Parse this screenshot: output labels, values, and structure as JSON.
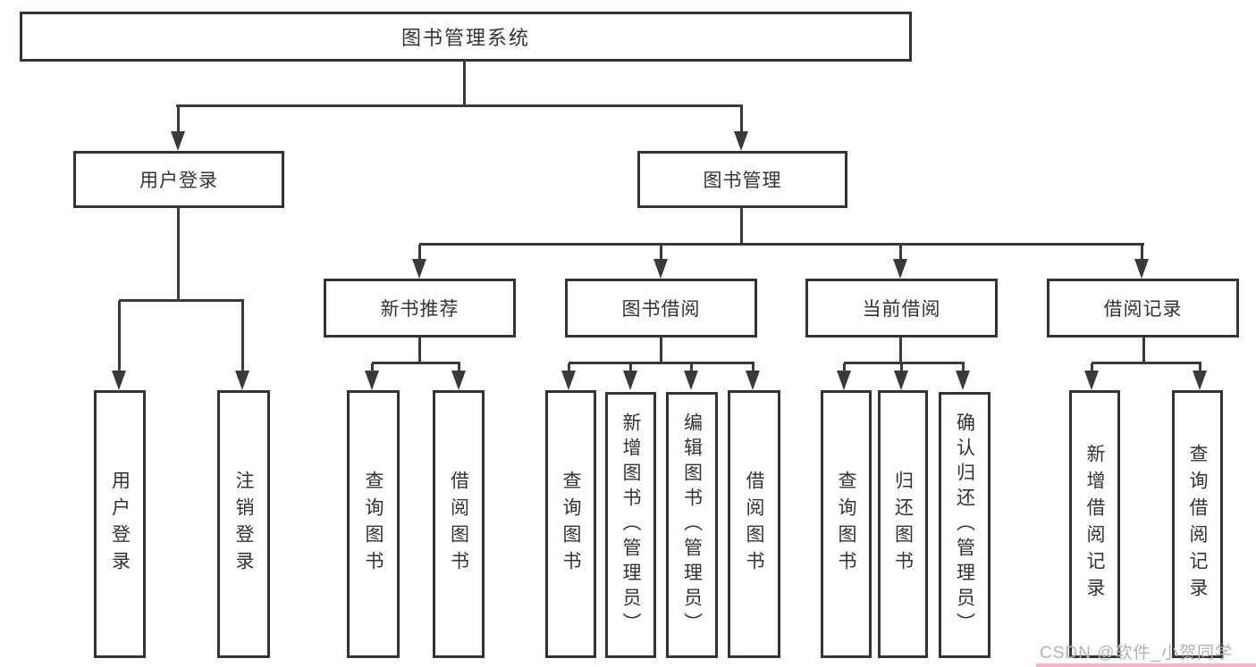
{
  "diagram": {
    "title": "图书管理系统",
    "level2": {
      "user_login": "用户登录",
      "book_management": "图书管理"
    },
    "level3": {
      "new_book_recommend": "新书推荐",
      "book_borrow": "图书借阅",
      "current_borrow": "当前借阅",
      "borrow_records": "借阅记录"
    },
    "leaves": [
      "用户登录",
      "注销登录",
      "查询图书",
      "借阅图书",
      "查询图书",
      "新增图书（管理员）",
      "编辑图书（管理员）",
      "借阅图书",
      "查询图书",
      "归还图书",
      "确认归还（管理员）",
      "新增借阅记录",
      "查询借阅记录"
    ]
  },
  "watermark": {
    "text": "CSDN @软件_小贺同学"
  },
  "colors": {
    "line": "#3a3a3a",
    "text": "#333333",
    "watermark_text": "#b7b1b1",
    "accent_strip": "#f5b5c4"
  }
}
